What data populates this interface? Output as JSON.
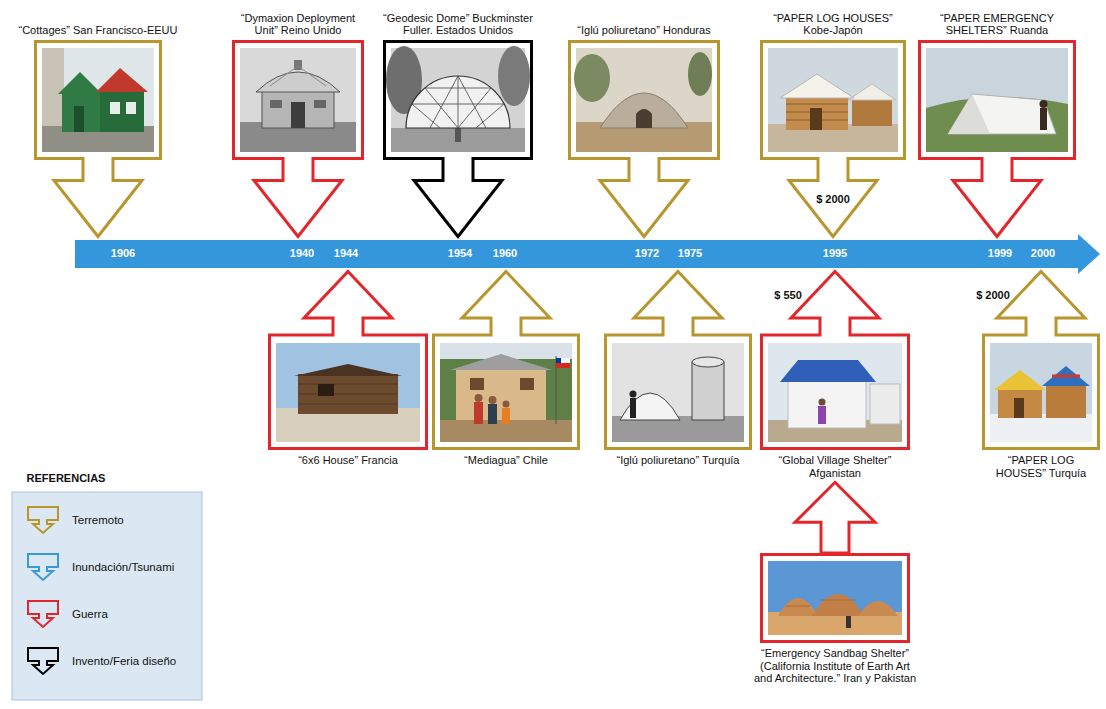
{
  "diagram": {
    "nodes": [
      {
        "text": [
          "“Cottages” San Francisco-EEUU"
        ]
      },
      {
        "text": [
          "“Dymaxion Deployment Unit” Reino Unido"
        ]
      },
      {
        "text": [
          "“6x6 House” Francia"
        ]
      },
      {
        "text": [
          "“Geodesic Dome” Buckminster Fuller. Estados Unidos"
        ]
      },
      {
        "text": [
          "“Mediagua” Chile"
        ]
      },
      {
        "text": [
          "“Iglú poliuretano” Honduras"
        ]
      },
      {
        "text": [
          "“Iglú poliuretano” Turquía"
        ]
      },
      {
        "text": [
          "“PAPER LOG HOUSES” Kobe-Japón"
        ]
      },
      {
        "text": [
          "“Global Village Shelter” Afganistan"
        ]
      },
      {
        "text": [
          "“Emergency Sandbag Shelter” (California Institute of Earth Art and Architecture.” Iran y Pakistan"
        ]
      },
      {
        "text": [
          "“PAPER EMERGENCY SHELTERS” Ruanda"
        ]
      },
      {
        "text": [
          "“PAPER LOG HOUSES” Turquía"
        ]
      }
    ],
    "edges": [
      {
        "from": 9,
        "to": 8,
        "arrow": "to"
      }
    ],
    "labels": [
      "1906",
      "1940",
      "1944",
      "1954",
      "1960",
      "1972",
      "1975",
      "1995",
      "1999",
      "2000",
      "$ 2000",
      "$ 550",
      "$ 2000",
      "REFERENCIAS"
    ],
    "legend": [
      {
        "text": "Terremoto",
        "color": "#b8962e"
      },
      {
        "text": "Inundación/Tsunami",
        "color": "#3a9ad9"
      },
      {
        "text": "Guerra",
        "color": "#e3262b"
      },
      {
        "text": "Invento/Feria diseño",
        "color": "#000000"
      }
    ]
  }
}
